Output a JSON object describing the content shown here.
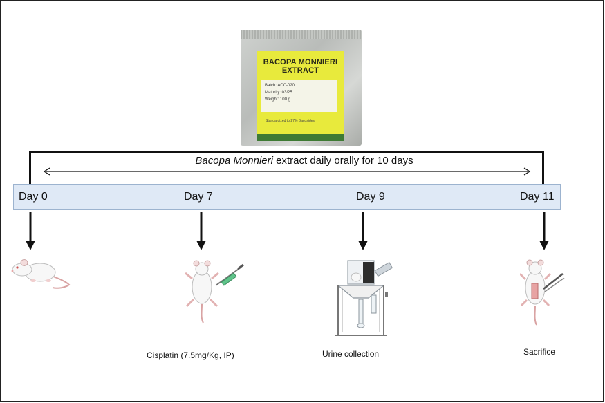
{
  "product": {
    "title_line1": "BACOPA MONNIERI",
    "title_line2": "EXTRACT",
    "batch": "Batch: ACC-020",
    "maturity": "Maturity: 03/25",
    "weight": "Weight:  100 g",
    "note": "Standardized to 27% Bacosides"
  },
  "treatment": {
    "italic_part": "Bacopa Monnieri",
    "rest": " extract daily orally for 10 days"
  },
  "timeline": {
    "days": [
      "Day 0",
      "Day 7",
      "Day 9",
      "Day 11"
    ]
  },
  "steps": {
    "day7_caption": "Cisplatin (7.5mg/Kg, IP)",
    "day9_caption": "Urine collection",
    "day11_caption": "Sacrifice"
  },
  "colors": {
    "timeline_fill": "#dfe9f6",
    "label_yellow": "#e8ea3c",
    "arrow": "#111111"
  },
  "icons": [
    "rat-icon",
    "injected-rat-icon",
    "metabolic-cage-icon",
    "dissected-rat-icon"
  ]
}
